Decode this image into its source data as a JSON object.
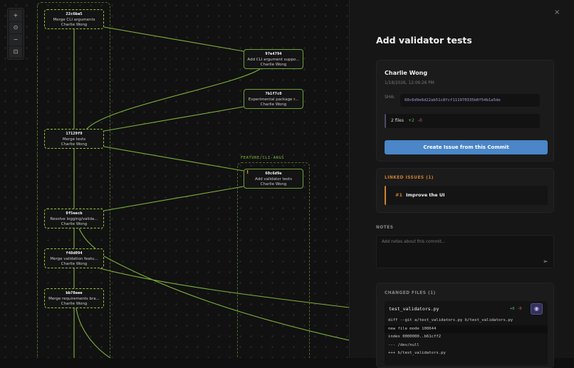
{
  "graph": {
    "branch_label": "FEATURE/CLI-ARGS",
    "edge_color": "#8fc43d",
    "controls": [
      {
        "name": "zoom-in",
        "label": "+"
      },
      {
        "name": "fit-view",
        "label": "⊙"
      },
      {
        "name": "zoom-out",
        "label": "−"
      },
      {
        "name": "toggle-interactivity",
        "label": "⊡"
      }
    ],
    "nodes": [
      {
        "sha": "22c6ba5",
        "message": "Merge CLI arguments",
        "author": "Charlie Wong"
      },
      {
        "sha": "97e4794",
        "message": "Add CLI argument suppo...",
        "author": "Charlie Wong"
      },
      {
        "sha": "7b1f7c0",
        "message": "Experimental package r...",
        "author": "Charlie Wong"
      },
      {
        "sha": "17129f9",
        "message": "Merge tests",
        "author": "Charlie Wong"
      },
      {
        "sha": "60c6d9e",
        "message": "Add validator tests",
        "author": "Charlie Wong",
        "warning": "!"
      },
      {
        "sha": "0f5eecb",
        "message": "Resolve logging/valida...",
        "author": "Charlie Wong"
      },
      {
        "sha": "f48d094",
        "message": "Merge validation featu...",
        "author": "Charlie Wong"
      },
      {
        "sha": "bb78eee",
        "message": "Merge requirements bra...",
        "author": "Charlie Wong"
      }
    ]
  },
  "panel": {
    "close": "×",
    "title": "Add validator tests",
    "author": "Charlie Wong",
    "date": "1/18/2026, 12:06:26 PM",
    "sha_label": "SHA:",
    "sha": "60c6d9e6d22ab51c8fcf111970335b0f54b1a5de",
    "files_count": "2 files",
    "additions": "+2",
    "deletions": "-0",
    "create_issue_button": "Create Issue from this Commit",
    "linked_issues_label": "LINKED ISSUES (1)",
    "issues": [
      {
        "number": "#1",
        "title": "Improve the UI"
      }
    ],
    "notes_label": "NOTES",
    "notes_placeholder": "Add notes about this commit...",
    "changed_files_label": "CHANGED FILES (1)",
    "file": {
      "name": "test_validators.py",
      "additions": "+0",
      "deletions": "-0",
      "diff": [
        "diff --git a/test_validators.py b/test_validators.py",
        "new file mode 100644",
        "index 0000000..b61cff2",
        "--- /dev/null",
        "+++ b/test_validators.py"
      ]
    }
  }
}
